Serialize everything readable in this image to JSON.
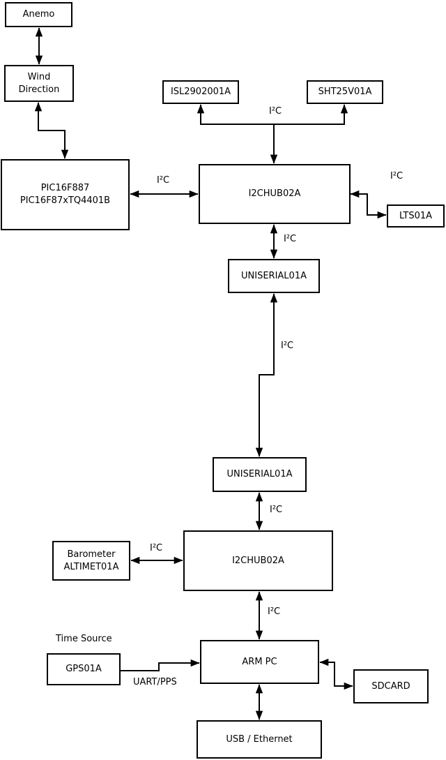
{
  "diagram": {
    "colors": {
      "background": "#ffffff",
      "line": "#000000",
      "box_border": "#000000",
      "box_fill": "#ffffff",
      "text": "#000000"
    },
    "nodes": {
      "anemo": {
        "label": "Anemo"
      },
      "wind": {
        "label": "Wind\nDirection"
      },
      "pic": {
        "label": "PIC16F887\nPIC16F87xTQ4401B"
      },
      "isl": {
        "label": "ISL2902001A"
      },
      "sht": {
        "label": "SHT25V01A"
      },
      "hub1": {
        "label": "I2CHUB02A"
      },
      "lts": {
        "label": "LTS01A"
      },
      "uniserial1": {
        "label": "UNISERIAL01A"
      },
      "uniserial2": {
        "label": "UNISERIAL01A"
      },
      "barometer": {
        "label": "Barometer\nALTIMET01A"
      },
      "hub2": {
        "label": "I2CHUB02A"
      },
      "gps": {
        "label": "GPS01A"
      },
      "armpc": {
        "label": "ARM PC"
      },
      "sdcard": {
        "label": "SDCARD"
      },
      "usb": {
        "label": "USB / Ethernet"
      }
    },
    "labels": {
      "i2c_sensors": "I²C",
      "i2c_pic_hub": "I²C",
      "i2c_hub_lts": "I²C",
      "i2c_hub_uni1": "I²C",
      "i2c_uni_link": "I²C",
      "i2c_uni2_hub2": "I²C",
      "i2c_baro_hub2": "I²C",
      "i2c_hub2_armpc": "I²C",
      "time_source": "Time Source",
      "uart_pps": "UART/PPS"
    }
  }
}
